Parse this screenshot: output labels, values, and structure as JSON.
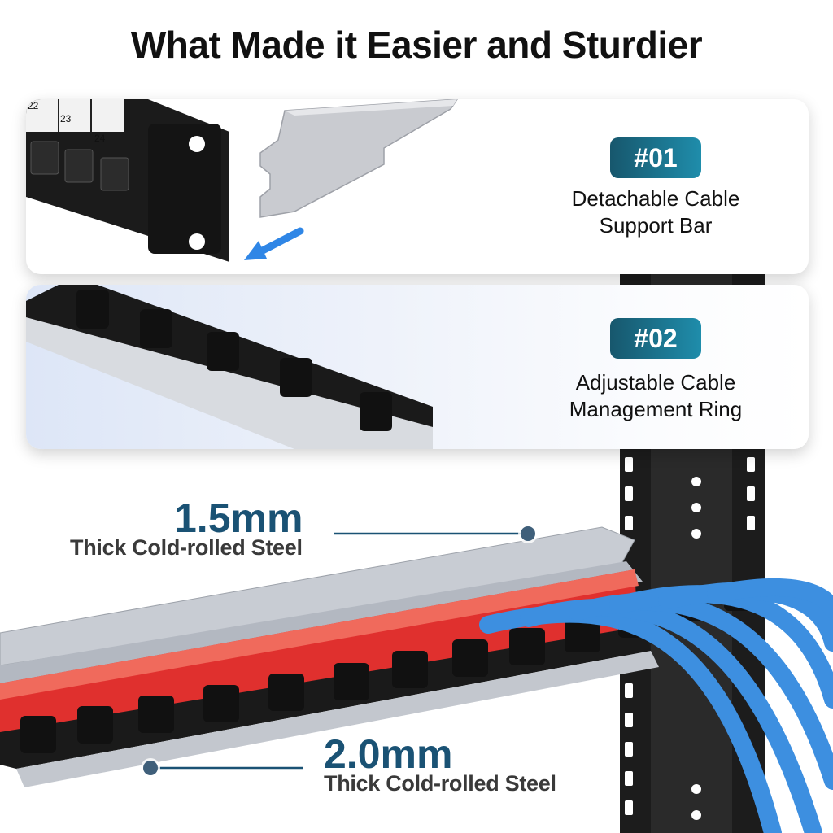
{
  "title": "What Made it Easier and Sturdier",
  "features": [
    {
      "badge": "#01",
      "line1": "Detachable Cable",
      "line2": "Support Bar"
    },
    {
      "badge": "#02",
      "line1": "Adjustable Cable",
      "line2": "Management Ring"
    }
  ],
  "specs": [
    {
      "value": "1.5mm",
      "label": "Thick Cold-rolled Steel"
    },
    {
      "value": "2.0mm",
      "label": "Thick Cold-rolled Steel"
    }
  ],
  "port_numbers": [
    "22",
    "23",
    "24"
  ],
  "colors": {
    "badge_start": "#17576d",
    "badge_end": "#1f8dab",
    "spec_value": "#1a5274",
    "keystone": "#e0302e",
    "cable": "#3d8fe0",
    "arrow": "#2f86e6"
  }
}
